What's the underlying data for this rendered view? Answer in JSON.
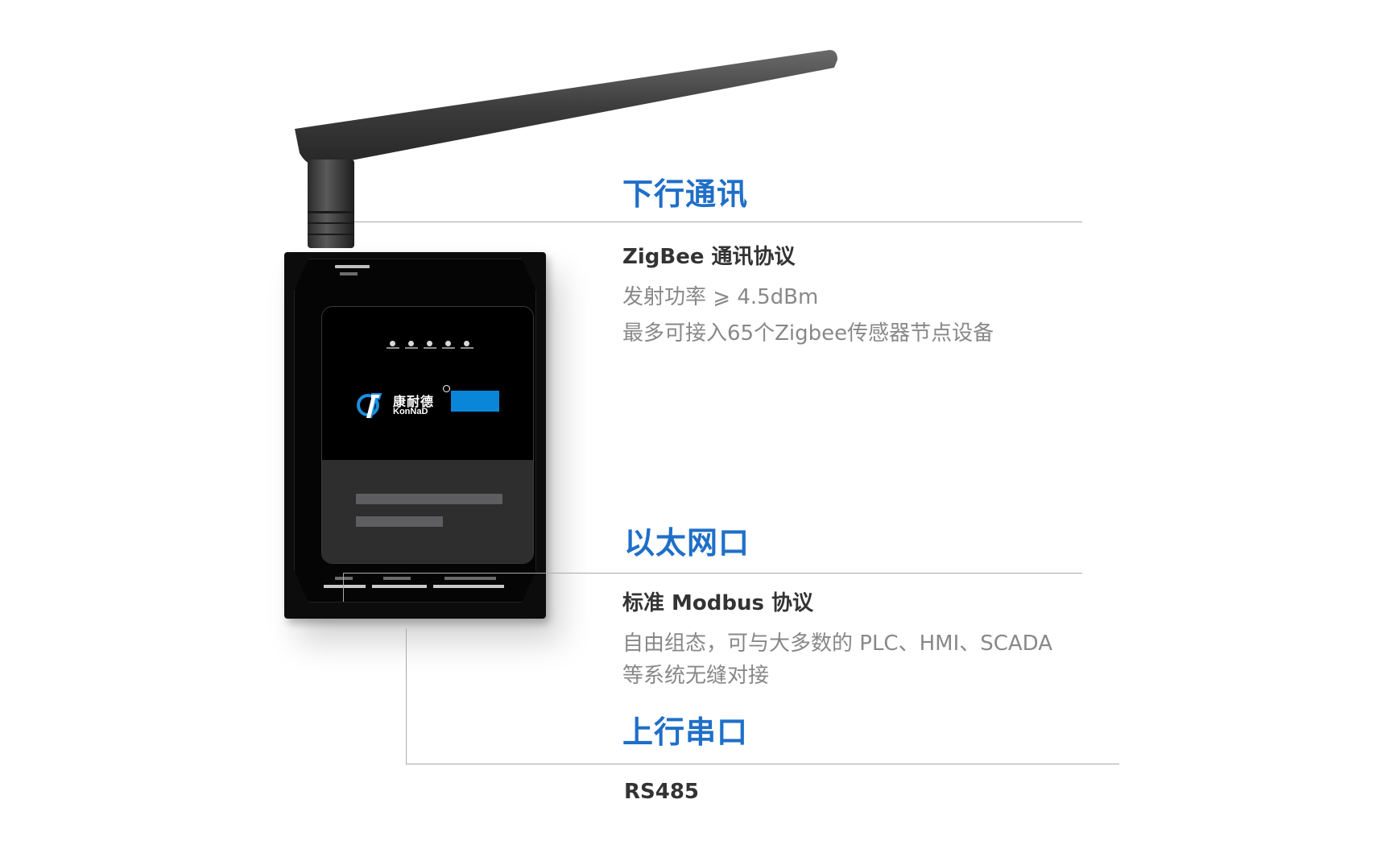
{
  "device": {
    "brand_cn": "康耐德",
    "brand_en": "KonNaD"
  },
  "sections": [
    {
      "title": "下行通讯",
      "subtitle": "ZigBee 通讯协议",
      "lines": [
        "发射功率 ⩾ 4.5dBm",
        "最多可接入65个Zigbee传感器节点设备"
      ]
    },
    {
      "title": "以太网口",
      "subtitle": "标准 Modbus 协议",
      "lines": [
        "自由组态，可与大多数的 PLC、HMI、SCADA",
        "等系统无缝对接"
      ]
    },
    {
      "title": "上行串口",
      "subtitle": "RS485",
      "lines": []
    }
  ],
  "colors": {
    "title": "#1f6fc8",
    "subtitle": "#333333",
    "description": "#888888",
    "device_accent": "#0a86d8"
  }
}
